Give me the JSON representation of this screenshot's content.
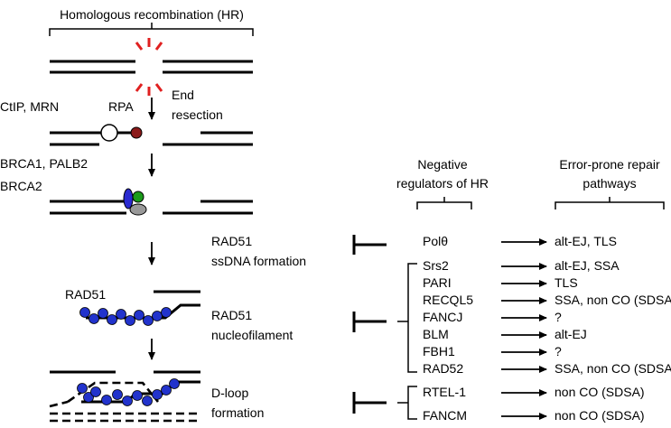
{
  "colors": {
    "break": "#e02020",
    "rpa_tip": "#8b1a1a",
    "bead": "#2233cc",
    "brca_green": "#1a9a1a",
    "brca_blue": "#2a2ad0",
    "brca_grey": "#999999",
    "stroke": "#000000"
  },
  "hr_title": "Homologous recombination (HR)",
  "left_labels": {
    "ctip_mrn": "CtIP, MRN",
    "rpa": "RPA",
    "end": "End",
    "resection": "resection",
    "brca1_palb2": "BRCA1, PALB2",
    "brca2": "BRCA2",
    "rad51_filament": "RAD51"
  },
  "steps": {
    "rad51_ssdna_1": "RAD51",
    "rad51_ssdna_2": "ssDNA formation",
    "rad51_nucleo_1": "RAD51",
    "rad51_nucleo_2": "nucleofilament",
    "dloop_1": "D-loop",
    "dloop_2": "formation"
  },
  "headers": {
    "neg_1": "Negative",
    "neg_2": "regulators of HR",
    "err_1": "Error-prone repair",
    "err_2": "pathways"
  },
  "regulators": [
    {
      "name": "Polθ",
      "pathway": "alt-EJ, TLS"
    },
    {
      "name": "Srs2",
      "pathway": "alt-EJ, SSA"
    },
    {
      "name": "PARI",
      "pathway": "TLS"
    },
    {
      "name": "RECQL5",
      "pathway": "SSA, non CO (SDSA)"
    },
    {
      "name": "FANCJ",
      "pathway": "?"
    },
    {
      "name": "BLM",
      "pathway": "alt-EJ"
    },
    {
      "name": "FBH1",
      "pathway": "?"
    },
    {
      "name": "RAD52",
      "pathway": "SSA, non CO (SDSA)"
    },
    {
      "name": "RTEL-1",
      "pathway": "non CO (SDSA)"
    },
    {
      "name": "FANCM",
      "pathway": "non CO (SDSA)"
    }
  ]
}
